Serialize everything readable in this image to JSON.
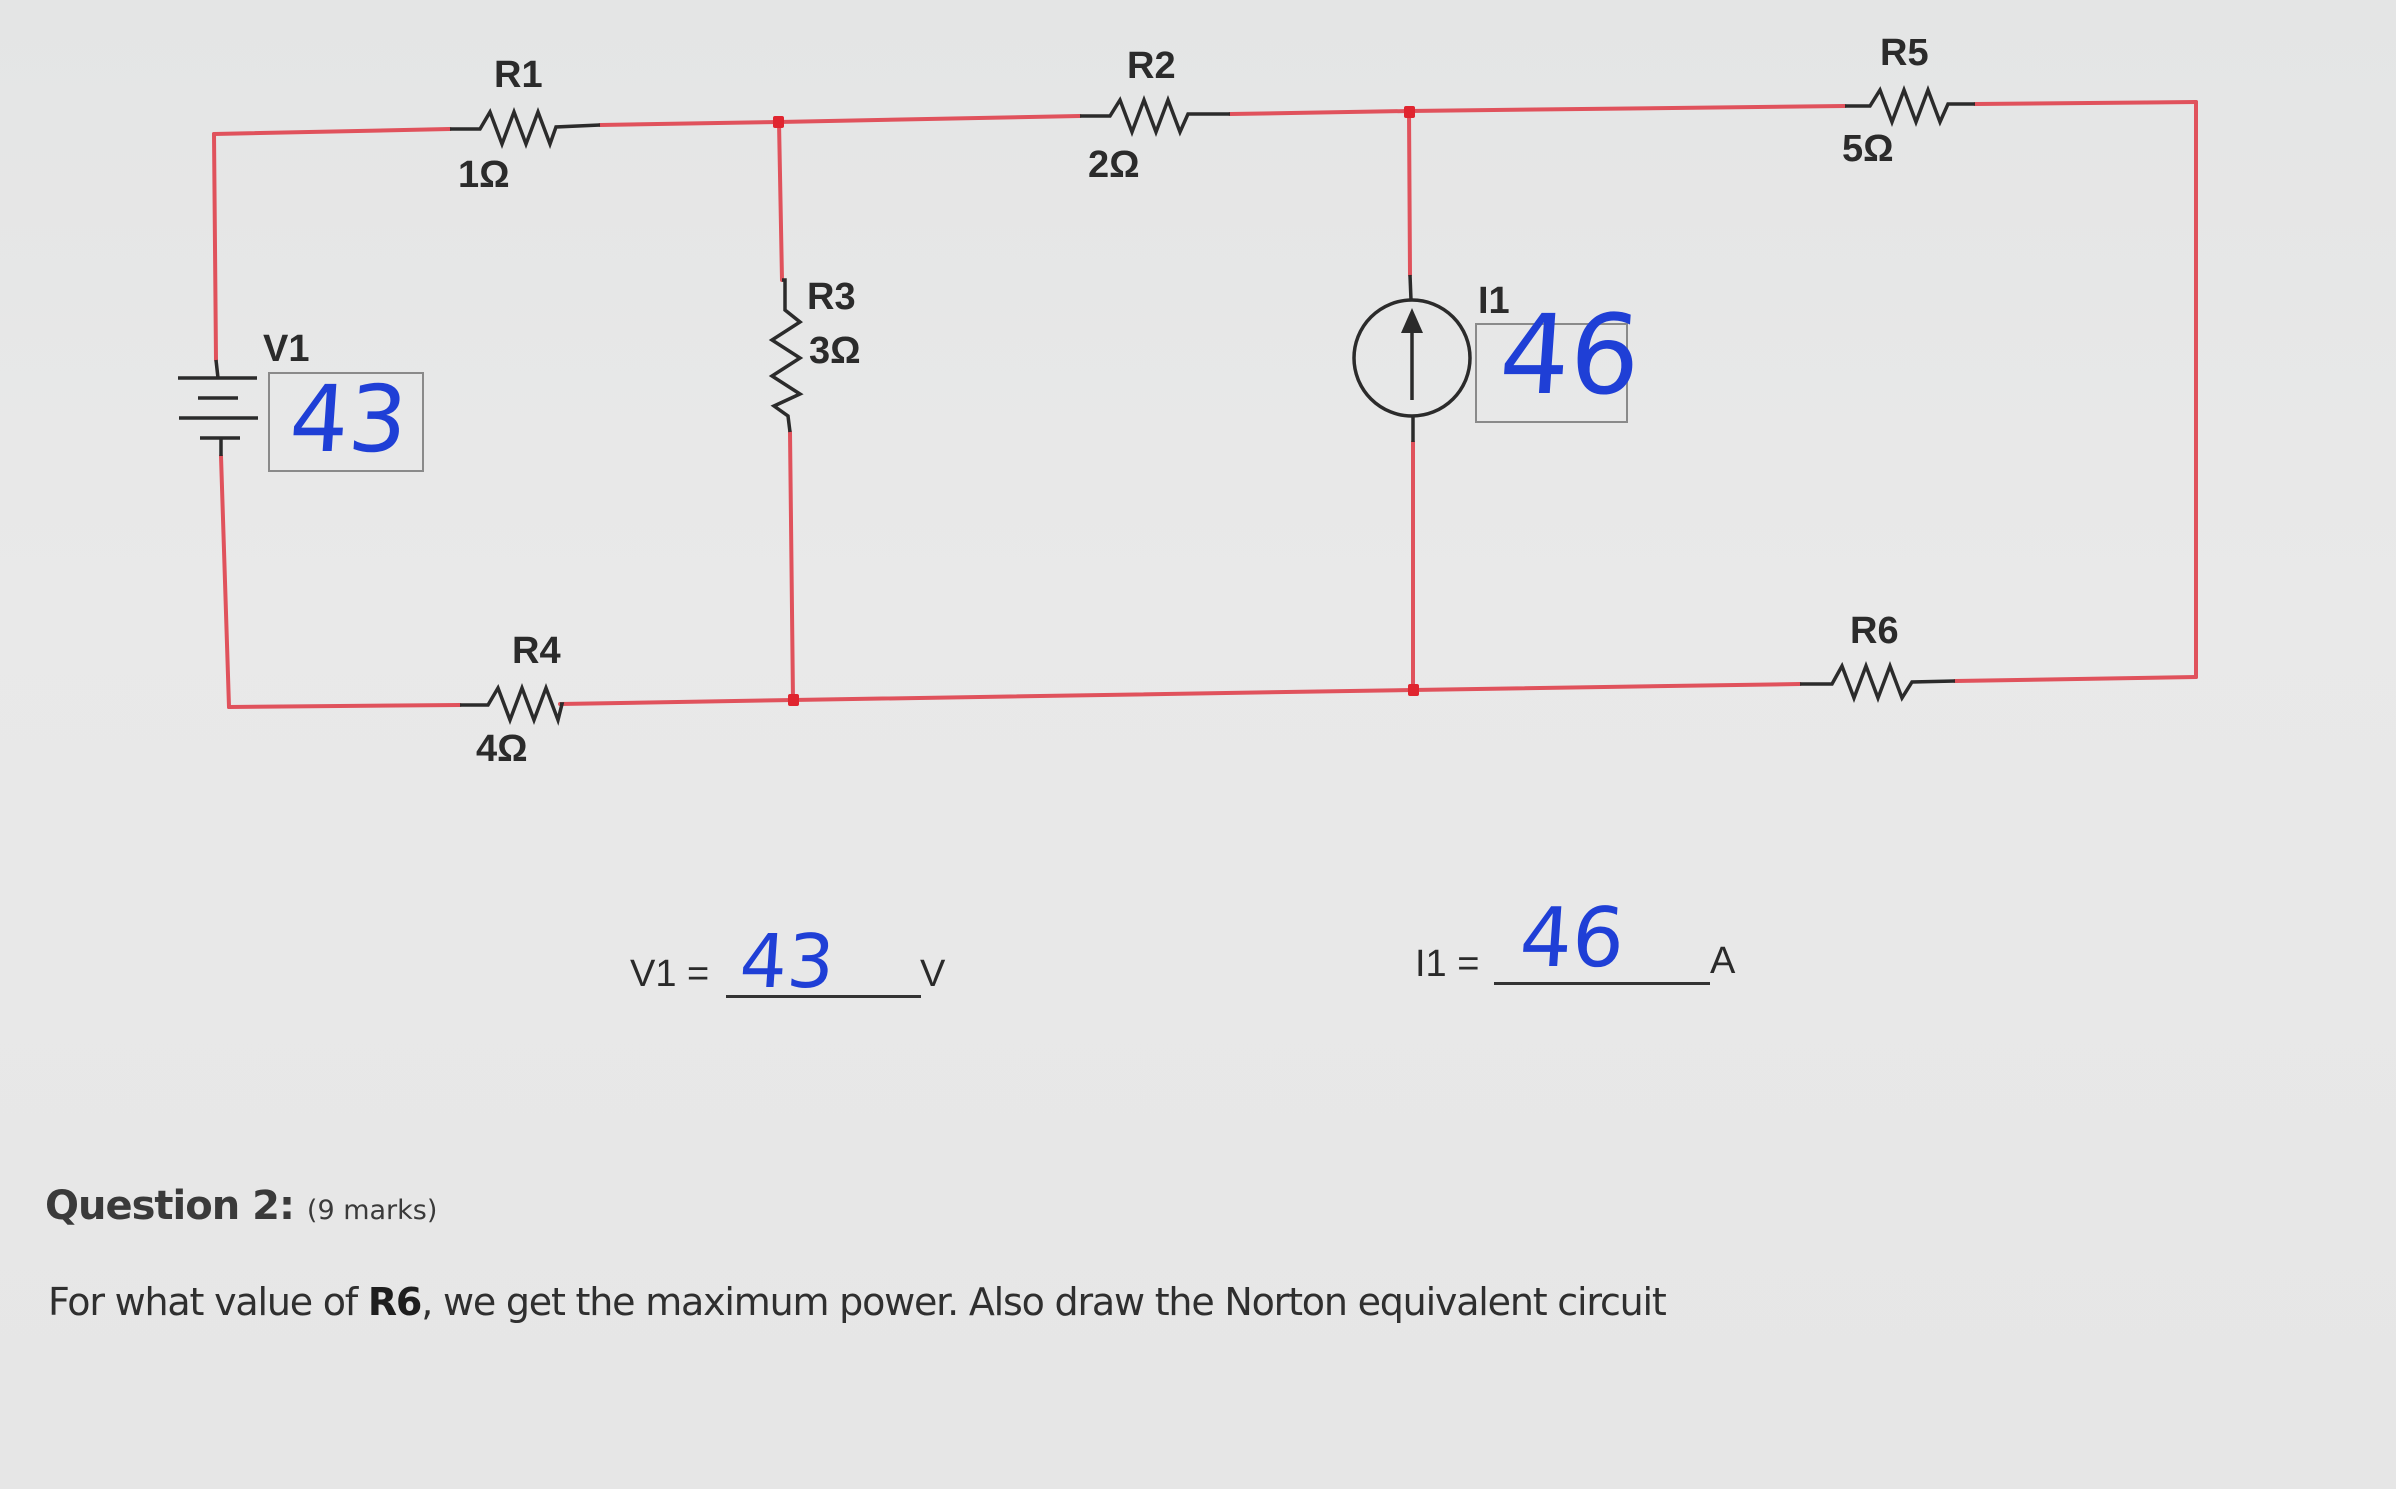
{
  "circuit": {
    "colors": {
      "wire": "#e0525c",
      "junction": "#e0252f",
      "component": "#2b2b2b",
      "handwriting": "#1f3fd6",
      "background": "#e6e6e6"
    },
    "components": {
      "R1": {
        "name": "R1",
        "value": "1Ω"
      },
      "R2": {
        "name": "R2",
        "value": "2Ω"
      },
      "R3": {
        "name": "R3",
        "value": "3Ω"
      },
      "R4": {
        "name": "R4",
        "value": "4Ω"
      },
      "R5": {
        "name": "R5",
        "value": "5Ω"
      },
      "R6": {
        "name": "R6"
      },
      "V1": {
        "name": "V1",
        "handwritten_value": "43"
      },
      "I1": {
        "name": "I1",
        "handwritten_value": "46"
      }
    }
  },
  "answers": {
    "v1": {
      "label": "V1 =",
      "value": "43",
      "unit": "V"
    },
    "i1": {
      "label": "I1 =",
      "value": "46",
      "unit": "A"
    }
  },
  "question": {
    "title": "Question 2:",
    "marks": "(9 marks)",
    "text_before": "For what value of ",
    "text_bold": "R6",
    "text_after": ", we get the maximum power.  Also draw the Norton equivalent circuit"
  }
}
